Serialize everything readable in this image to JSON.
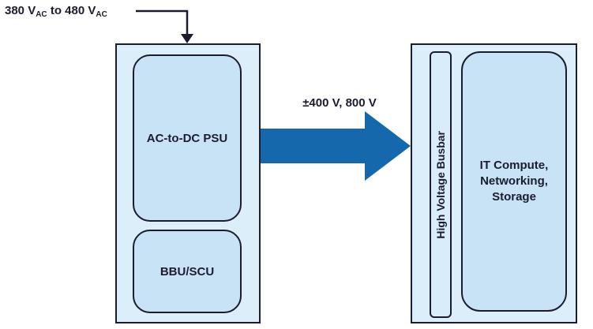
{
  "diagram": {
    "input_label": {
      "part1": "380 V",
      "sub1": "AC",
      "part2": " to 480 V",
      "sub2": "AC"
    },
    "flow_label": "±400 V, 800 V",
    "psu_label": "AC-to-DC PSU",
    "bbu_label": "BBU/SCU",
    "busbar_label": "High Voltage Busbar",
    "it_lines": [
      "IT Compute,",
      "Networking,",
      "Storage"
    ],
    "colors": {
      "container_fill": "#dceef9",
      "box_fill": "#c9e3f6",
      "busbar_fill": "#d9ecf9",
      "outline": "#1c1c30",
      "arrow_fill": "#1568ac",
      "text": "#1c1c30"
    }
  }
}
